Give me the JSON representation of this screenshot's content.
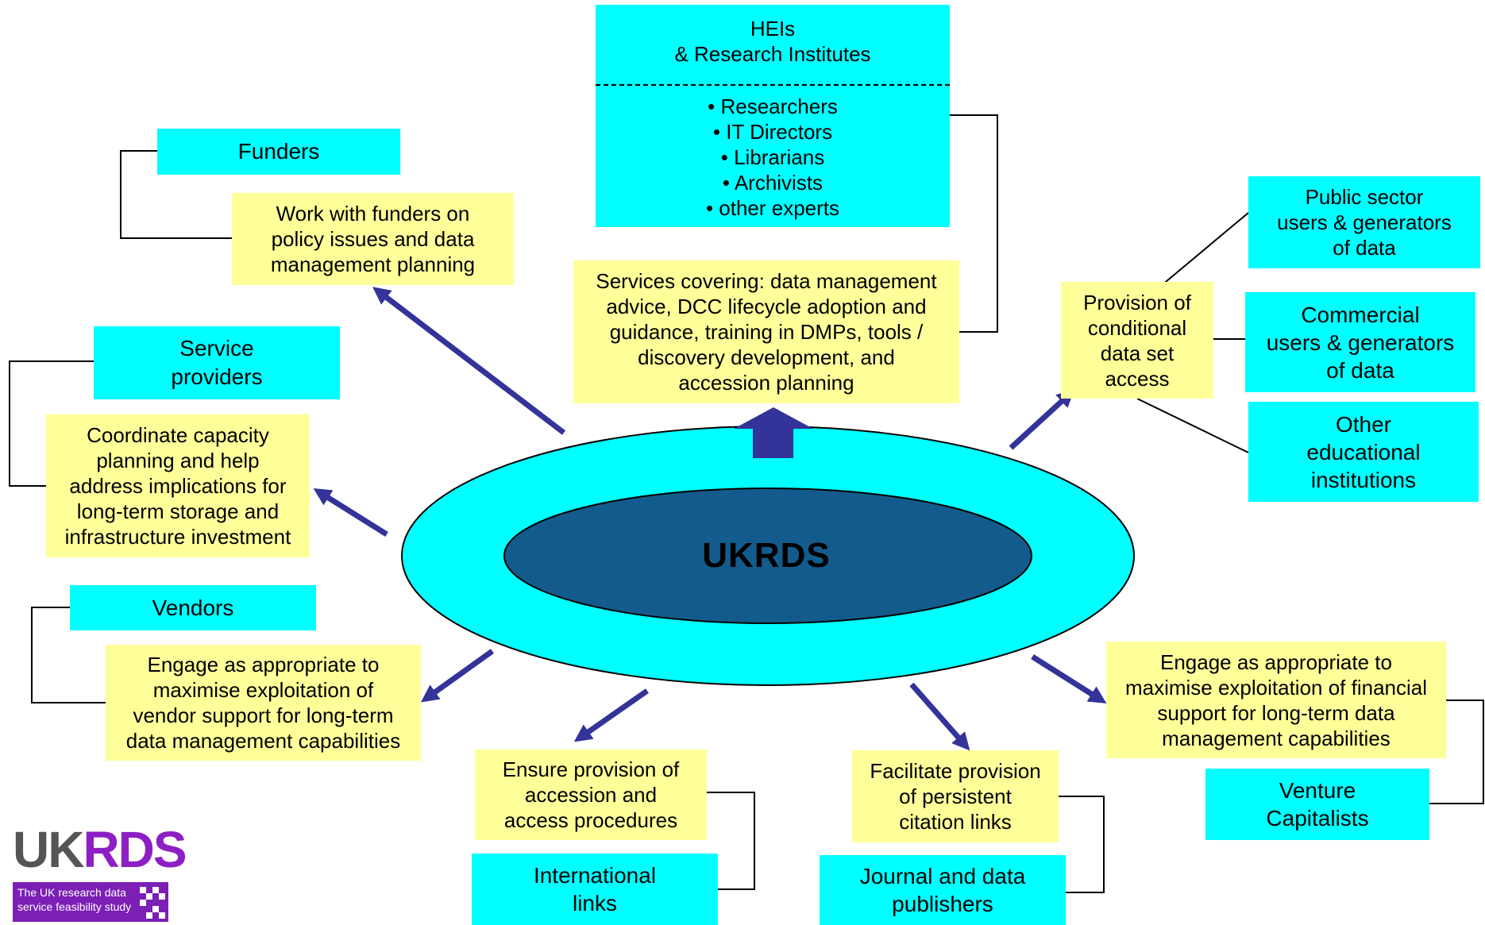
{
  "center": {
    "label": "UKRDS"
  },
  "hei": {
    "title": "HEIs\n& Research Institutes",
    "items": [
      "• Researchers",
      "• IT Directors",
      "• Librarians",
      "• Archivists",
      "• other experts"
    ]
  },
  "services": "Services covering: data management\nadvice, DCC lifecycle adoption and\nguidance, training in DMPs, tools /\ndiscovery development, and\naccession planning",
  "funders": {
    "label": "Funders",
    "role": "Work with funders on\npolicy issues and data\nmanagement planning"
  },
  "service_providers": {
    "label": "Service\nproviders",
    "role": "Coordinate capacity\nplanning and help\naddress implications for\nlong-term storage and\ninfrastructure investment"
  },
  "vendors": {
    "label": "Vendors",
    "role": "Engage as appropriate to\nmaximise exploitation of\nvendor support for long-term\ndata management capabilities"
  },
  "international": {
    "role": "Ensure provision of\naccession and\naccess procedures",
    "label": "International\nlinks"
  },
  "publishers": {
    "role": "Facilitate provision\nof persistent\ncitation links",
    "label": "Journal and data\npublishers"
  },
  "venture": {
    "role": "Engage as appropriate to\nmaximise exploitation of financial\nsupport for long-term data\nmanagement capabilities",
    "label": "Venture\nCapitalists"
  },
  "conditional": {
    "role": "Provision of\nconditional\ndata set\naccess",
    "public": "Public sector\nusers & generators\nof data",
    "commercial": "Commercial\nusers & generators\nof data",
    "other": "Other\neducational\ninstitutions"
  },
  "logo": {
    "wordmark_uk": "UK",
    "wordmark_rds": "RDS",
    "tagline": "The UK research data\nservice feasibility study"
  },
  "colors": {
    "cyan": "#00ffff",
    "yellow": "#ffff99",
    "arrow": "#333399",
    "inner_ellipse": "#135b8c",
    "logo_purple": "#7b1fb5"
  }
}
